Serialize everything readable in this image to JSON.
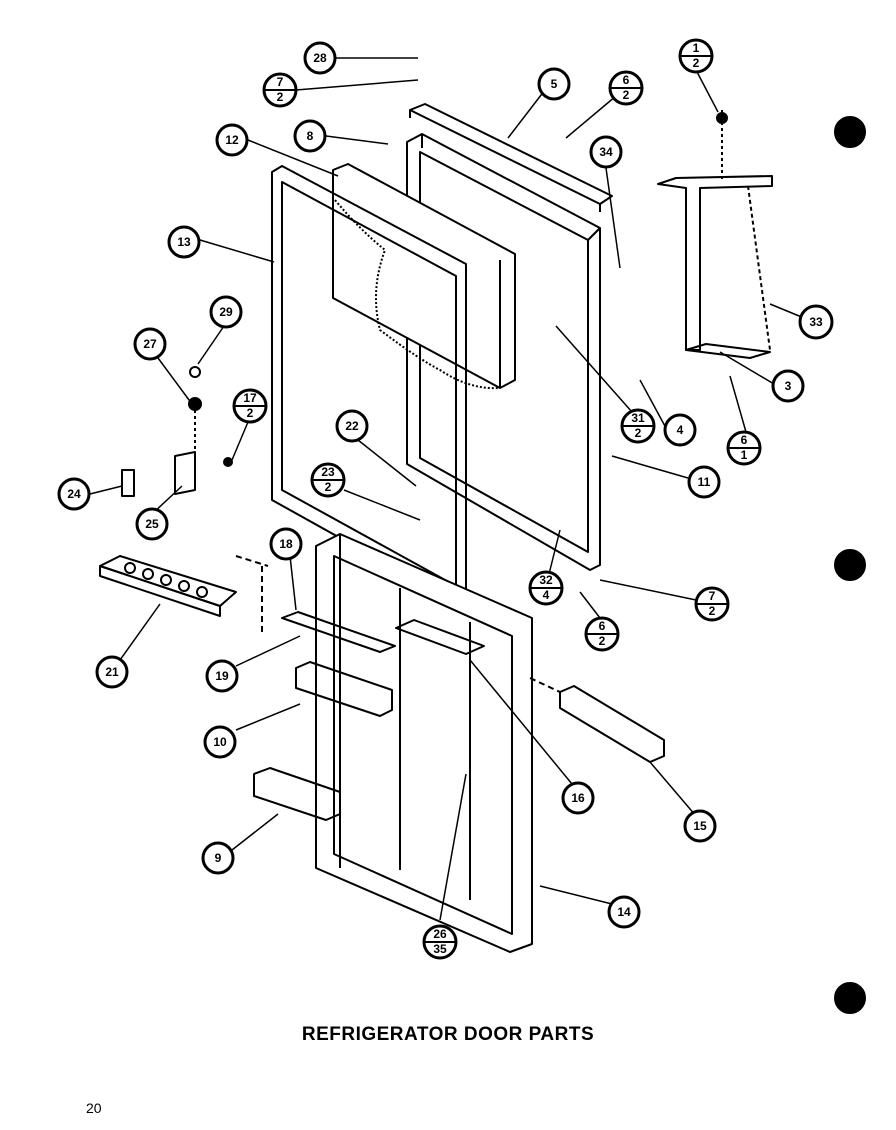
{
  "title": "REFRIGERATOR DOOR PARTS",
  "page_number": "20",
  "callouts": {
    "c28": "28",
    "c7_2_top": "7/2",
    "c5": "5",
    "c6_2_top": "6/2",
    "c1_2": "1/2",
    "c12": "12",
    "c8": "8",
    "c34": "34",
    "c13": "13",
    "c33": "33",
    "c29": "29",
    "c27": "27",
    "c3": "3",
    "c17_2": "17/2",
    "c31_2": "31/2",
    "c4": "4",
    "c6_1": "6/1",
    "c22": "22",
    "c11": "11",
    "c24": "24",
    "c23_2": "23/2",
    "c25": "25",
    "c18": "18",
    "c32_4": "32/4",
    "c7_2_bottom": "7/2",
    "c6_2_bottom": "6/2",
    "c21": "21",
    "c19": "19",
    "c16": "16",
    "c15": "15",
    "c10": "10",
    "c9": "9",
    "c14": "14",
    "c26_35": "26/35"
  }
}
